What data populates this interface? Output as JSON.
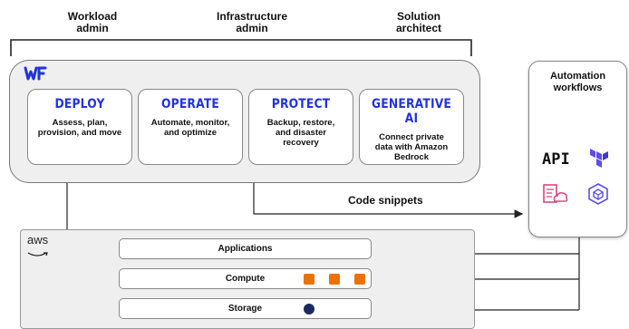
{
  "roles": {
    "workload_admin": "Workload\nadmin",
    "infrastructure_admin": "Infrastructure\nadmin",
    "solution_architect": "Solution\narchitect"
  },
  "workflow_panel": {
    "logo_text": "WF",
    "cards": [
      {
        "title": "DEPLOY",
        "description": "Assess, plan,\nprovision, and move"
      },
      {
        "title": "OPERATE",
        "description": "Automate, monitor,\nand optimize"
      },
      {
        "title": "PROTECT",
        "description": "Backup, restore,\nand disaster\nrecovery"
      },
      {
        "title": "GENERATIVE AI",
        "description": "Connect private\ndata with Amazon\nBedrock"
      }
    ]
  },
  "aws": {
    "logo_text": "aws",
    "services": [
      {
        "label": "Applications"
      },
      {
        "label": "Compute"
      },
      {
        "label": "Storage"
      }
    ]
  },
  "code_snippets_label": "Code snippets",
  "automation": {
    "title": "Automation\nworkflows",
    "api_label": "API"
  },
  "colors": {
    "accent_blue": "#2233dd",
    "terraform_purple": "#5c4ee5",
    "doc_pink": "#e0457b",
    "compute_orange": "#ed7100",
    "storage_navy": "#1b2a5c",
    "line": "#222222"
  },
  "icons": [
    "workload-factory-logo-icon",
    "aws-logo-icon",
    "api-icon",
    "terraform-icon",
    "document-cloud-icon",
    "cube-icon",
    "compute-service-icon",
    "storage-service-icon"
  ]
}
